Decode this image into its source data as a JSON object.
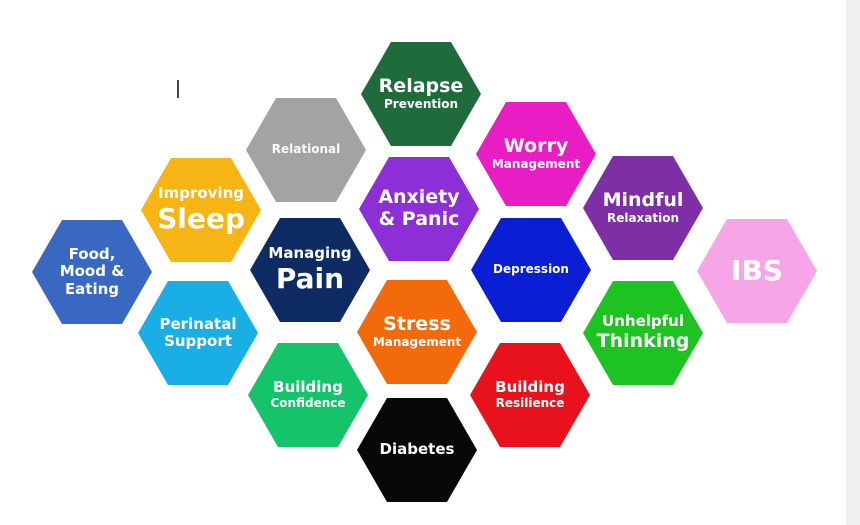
{
  "colors": {
    "relapse": "#1f6b3c",
    "relational": "#a3a3a3",
    "worry": "#e81ec4",
    "sleep": "#f6b515",
    "anxiety": "#8d2fd7",
    "mindful": "#7e2fa5",
    "food": "#3868c2",
    "pain": "#0e2c63",
    "depression": "#0a1fd3",
    "ibs": "#f6a6e7",
    "perinatal": "#19aee5",
    "stress": "#f36a0c",
    "unhelpful": "#1dc421",
    "confidence": "#14c36a",
    "resilience": "#e8121c",
    "diabetes": "#080808"
  },
  "cells": {
    "relapse": [
      "Relapse",
      "Prevention"
    ],
    "relational": [
      "Relational"
    ],
    "worry": [
      "Worry",
      "Management"
    ],
    "sleep": [
      "Improving",
      "Sleep"
    ],
    "anxiety": [
      "Anxiety",
      "& Panic"
    ],
    "mindful": [
      "Mindful",
      "Relaxation"
    ],
    "food": [
      "Food,",
      "Mood &",
      "Eating"
    ],
    "pain": [
      "Managing",
      "Pain"
    ],
    "depression": [
      "Depression"
    ],
    "ibs": [
      "IBS"
    ],
    "perinatal": [
      "Perinatal",
      "Support"
    ],
    "stress": [
      "Stress",
      "Management"
    ],
    "unhelpful": [
      "Unhelpful",
      "Thinking"
    ],
    "confidence": [
      "Building",
      "Confidence"
    ],
    "resilience": [
      "Building",
      "Resilience"
    ],
    "diabetes": [
      "Diabetes"
    ]
  }
}
